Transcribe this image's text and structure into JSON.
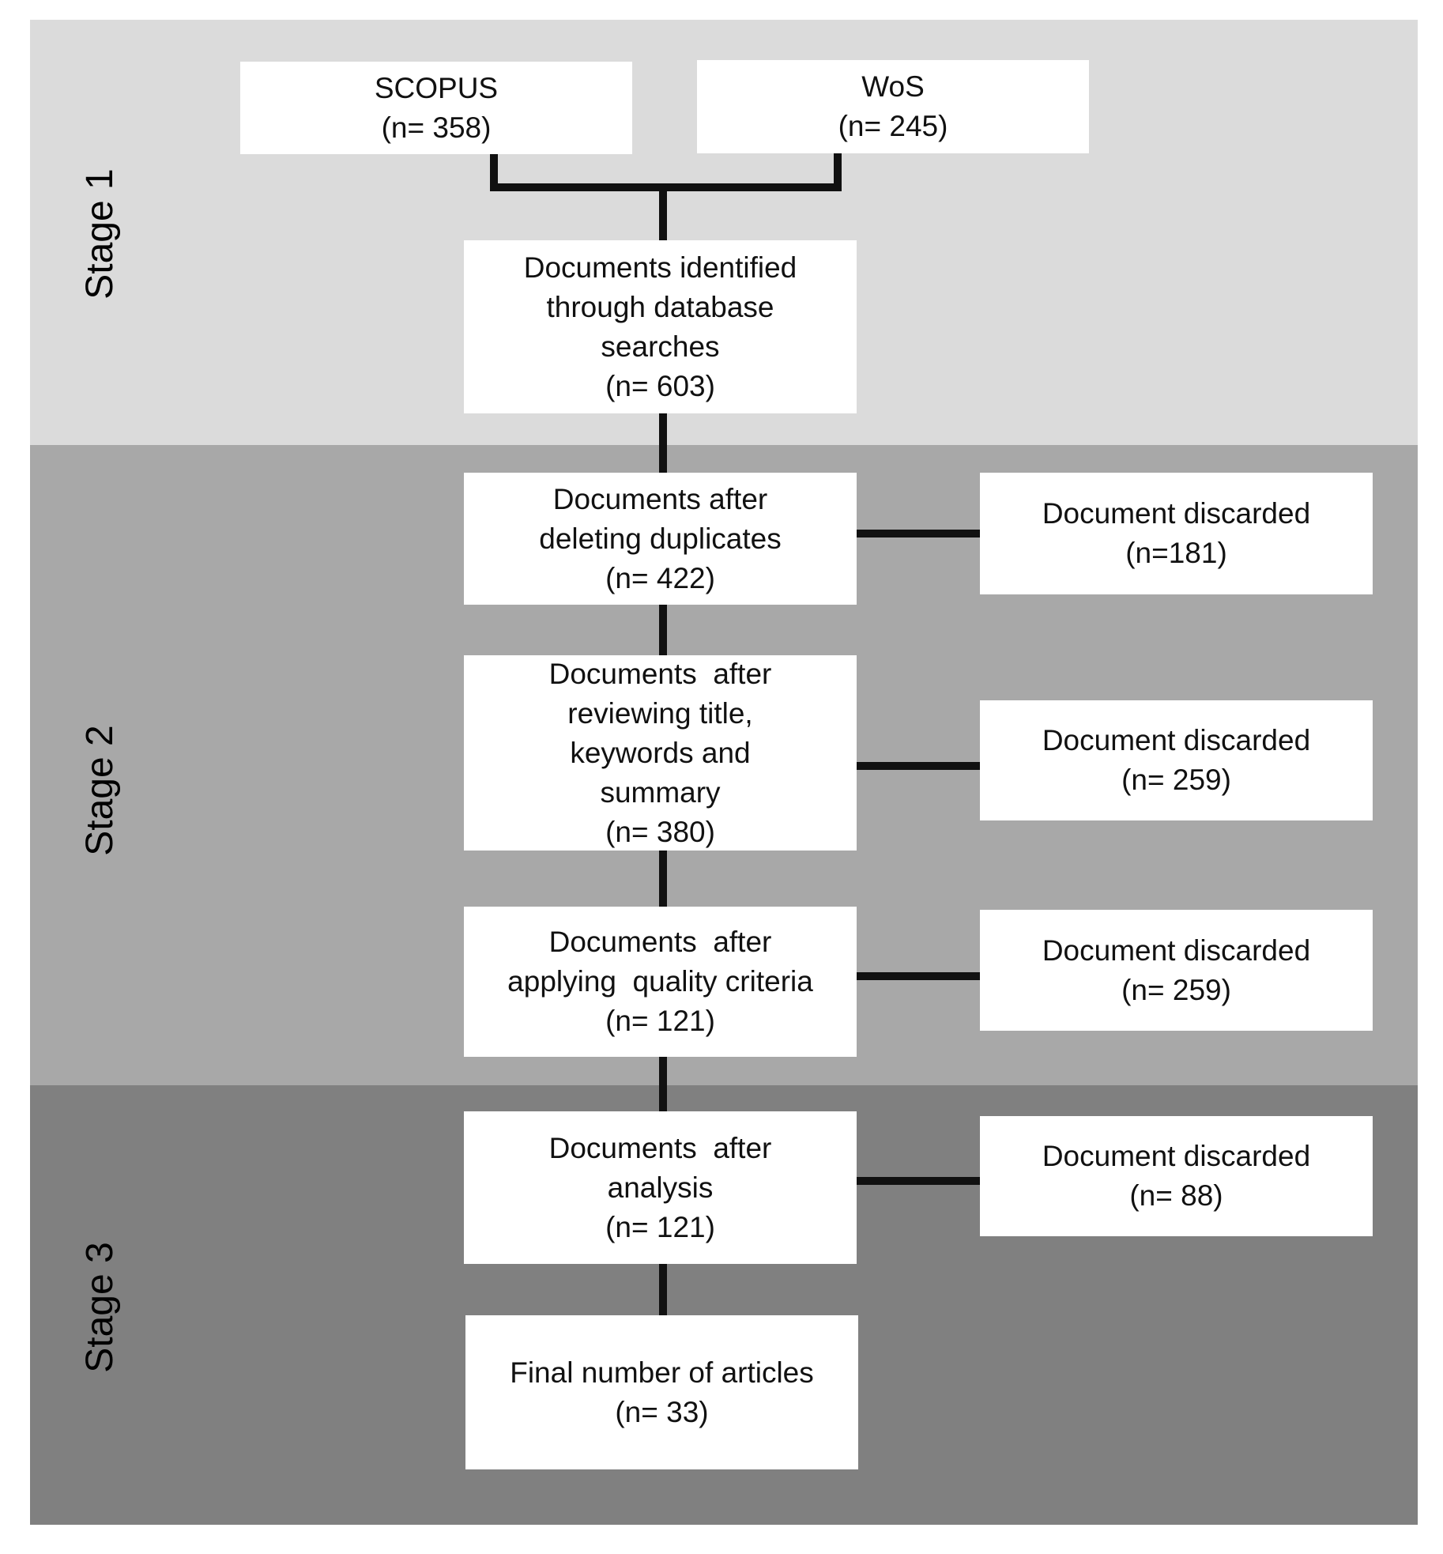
{
  "stages": {
    "stage1": "Stage 1",
    "stage2": "Stage 2",
    "stage3": "Stage 3"
  },
  "sources": {
    "scopus": {
      "name": "SCOPUS",
      "count": "(n= 358)"
    },
    "wos": {
      "name": "WoS",
      "count": "(n= 245)"
    }
  },
  "main_flow": {
    "identified": {
      "lines": [
        "Documents identified",
        "through database",
        "searches"
      ],
      "count": "(n= 603)"
    },
    "after_duplicates": {
      "lines": [
        "Documents after",
        "deleting duplicates"
      ],
      "count": "(n= 422)"
    },
    "after_review": {
      "lines": [
        "Documents  after",
        "reviewing title,",
        "keywords and",
        "summary"
      ],
      "count": "(n= 380)"
    },
    "after_quality": {
      "lines": [
        "Documents  after",
        "applying  quality criteria"
      ],
      "count": "(n= 121)"
    },
    "after_analysis": {
      "lines": [
        "Documents  after",
        "analysis"
      ],
      "count": "(n= 121)"
    },
    "final": {
      "lines": [
        "Final number of articles"
      ],
      "count": "(n= 33)"
    }
  },
  "discarded": [
    {
      "label": "Document discarded",
      "count": "(n=181)"
    },
    {
      "label": "Document discarded",
      "count": "(n= 259)"
    },
    {
      "label": "Document discarded",
      "count": "(n= 259)"
    },
    {
      "label": "Document discarded",
      "count": "(n= 88)"
    }
  ]
}
